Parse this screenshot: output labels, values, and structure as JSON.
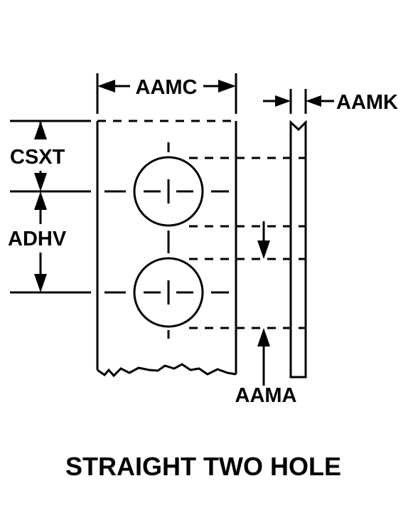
{
  "labels": {
    "width": "AAMC",
    "thickness": "AAMK",
    "edge_distance": "CSXT",
    "hole_spacing": "ADHV",
    "offset": "AAMA"
  },
  "title": "STRAIGHT TWO HOLE"
}
